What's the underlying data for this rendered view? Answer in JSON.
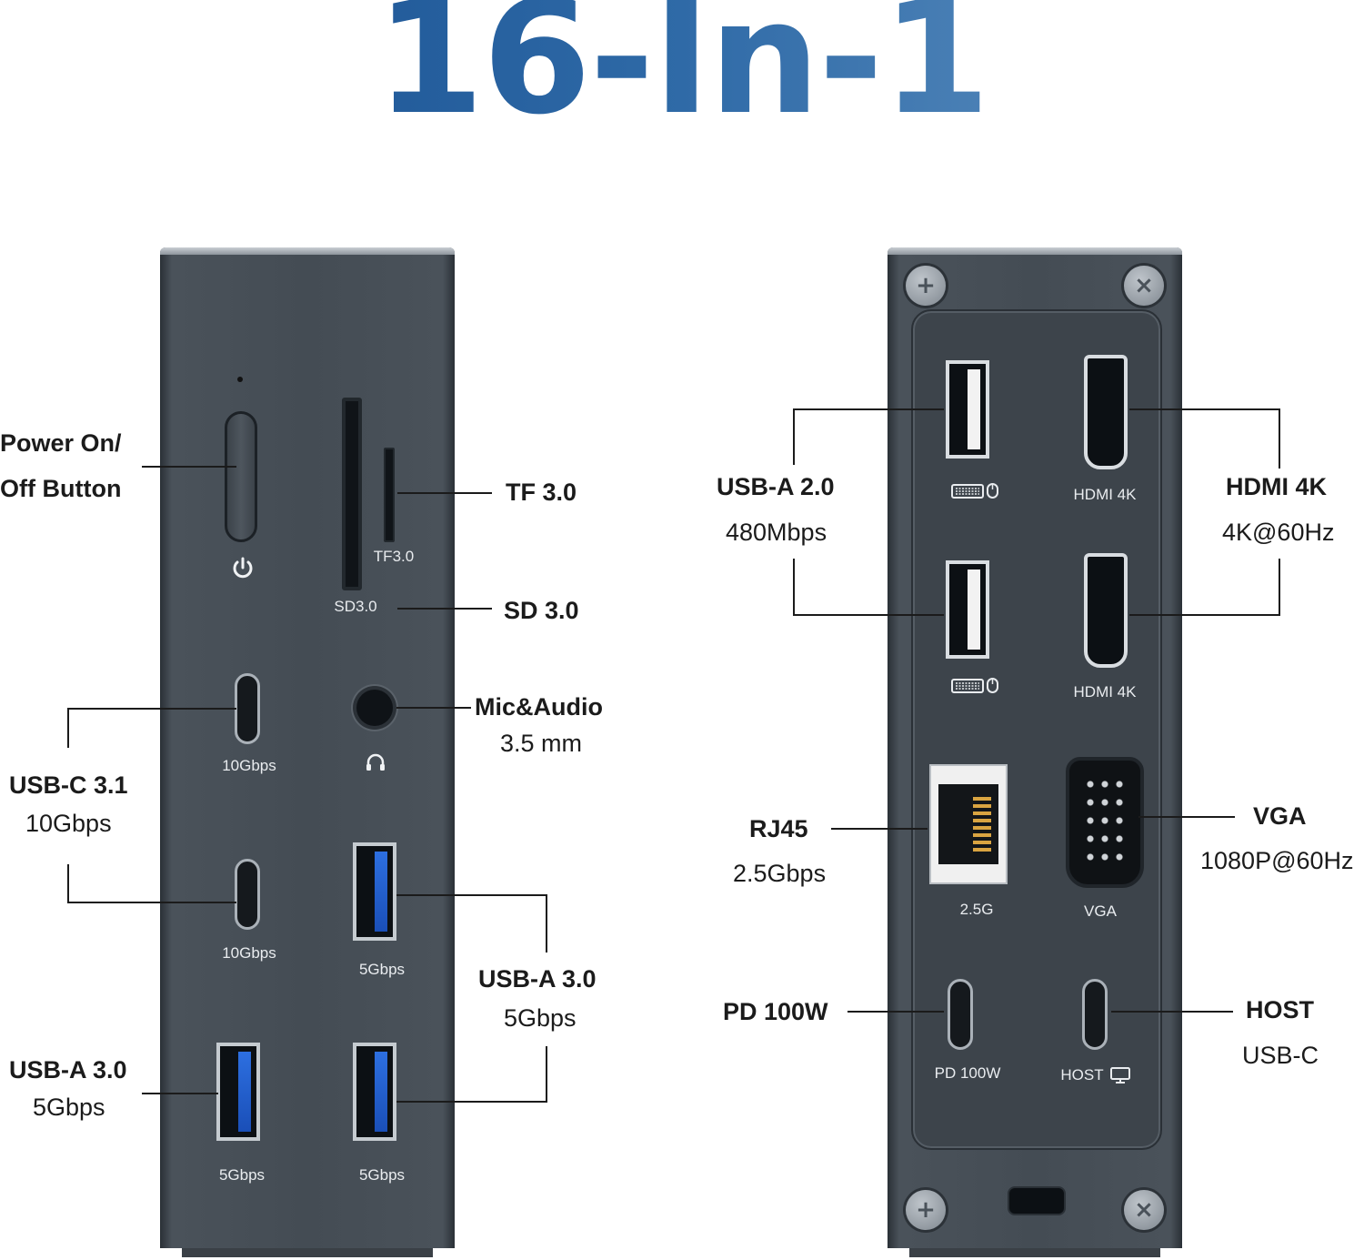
{
  "title": "16-In-1",
  "left_device": {
    "port_labels": {
      "power": "",
      "tf": "TF3.0",
      "sd": "SD3.0",
      "usbc_top": "10Gbps",
      "usbc_bottom": "10Gbps",
      "usba_top_right": "5Gbps",
      "usba_bottom_left": "5Gbps",
      "usba_bottom_right": "5Gbps"
    }
  },
  "right_device": {
    "port_labels": {
      "hdmi_top": "HDMI 4K",
      "hdmi_bottom": "HDMI 4K",
      "rj45": "2.5G",
      "vga": "VGA",
      "pd": "PD 100W",
      "host": "HOST"
    }
  },
  "callouts": {
    "power": {
      "line1": "Power On/",
      "line2": "Off Button"
    },
    "tf": {
      "title": "TF 3.0"
    },
    "sd": {
      "title": "SD 3.0"
    },
    "mic": {
      "title": "Mic&Audio",
      "sub": "3.5 mm"
    },
    "usbc": {
      "title": "USB-C 3.1",
      "sub": "10Gbps"
    },
    "usba_right": {
      "title": "USB-A 3.0",
      "sub": "5Gbps"
    },
    "usba_left": {
      "title": "USB-A 3.0",
      "sub": "5Gbps"
    },
    "usba2": {
      "title": "USB-A 2.0",
      "sub": "480Mbps"
    },
    "hdmi": {
      "title": "HDMI 4K",
      "sub": "4K@60Hz"
    },
    "rj45": {
      "title": "RJ45",
      "sub": "2.5Gbps"
    },
    "vga": {
      "title": "VGA",
      "sub": "1080P@60Hz"
    },
    "pd": {
      "title": "PD 100W"
    },
    "host": {
      "title": "HOST",
      "sub": "USB-C"
    }
  },
  "icons": [
    "power-icon",
    "headset-icon",
    "keyboard-mouse-icon",
    "monitor-icon"
  ]
}
